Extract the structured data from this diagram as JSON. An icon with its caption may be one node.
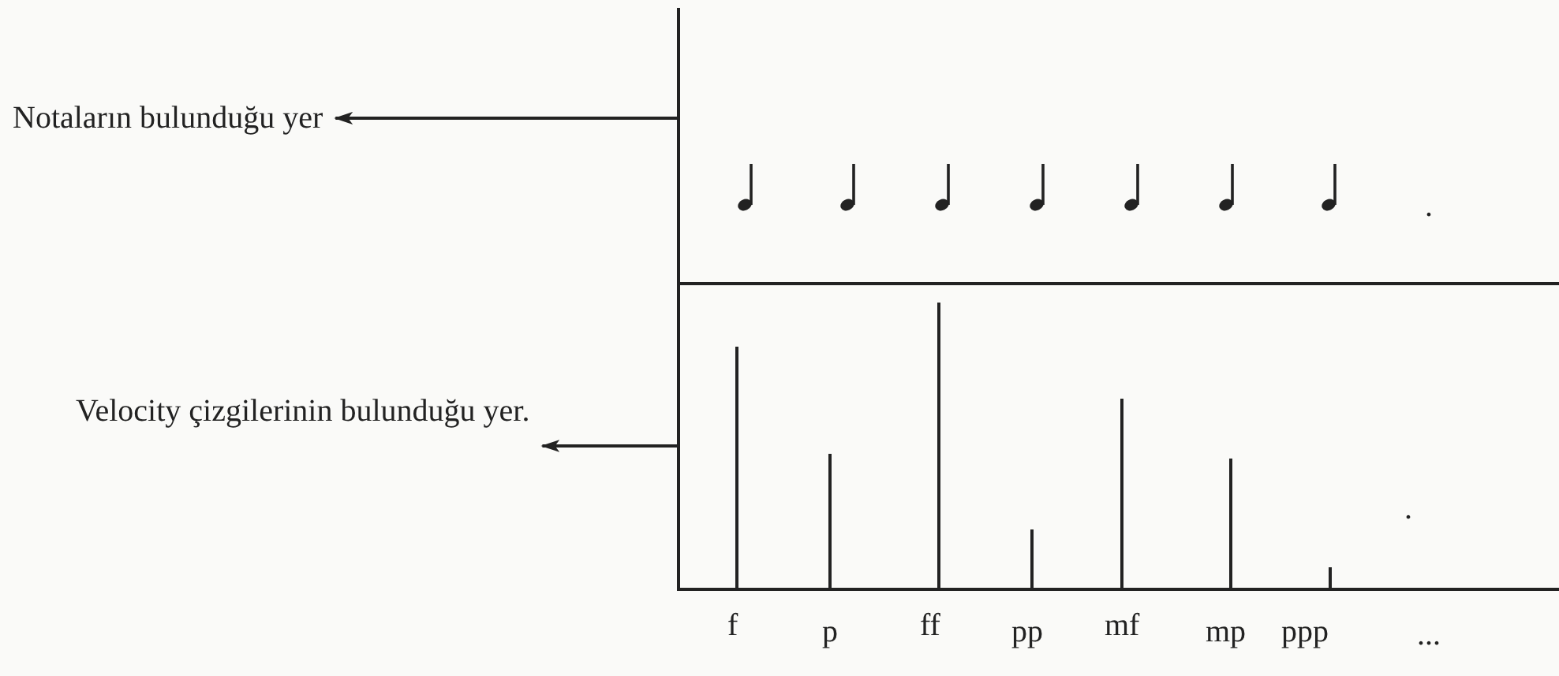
{
  "diagram": {
    "nodes": [
      {
        "text": [
          "Notaların bulunduğu yer"
        ]
      },
      {
        "text": [],
        "shape": "box"
      },
      {
        "text": [
          "Velocity çizgilerinin bulunduğu yer."
        ]
      },
      {
        "text": [],
        "shape": "box"
      }
    ],
    "edges": [
      {
        "from": 1,
        "to": 0,
        "arrow": "to"
      },
      {
        "from": 3,
        "to": 2,
        "arrow": "to"
      }
    ],
    "labels": [
      ".",
      ".",
      "f",
      "p",
      "ff",
      "pp",
      "mf",
      "mp",
      "ppp",
      "..."
    ]
  }
}
